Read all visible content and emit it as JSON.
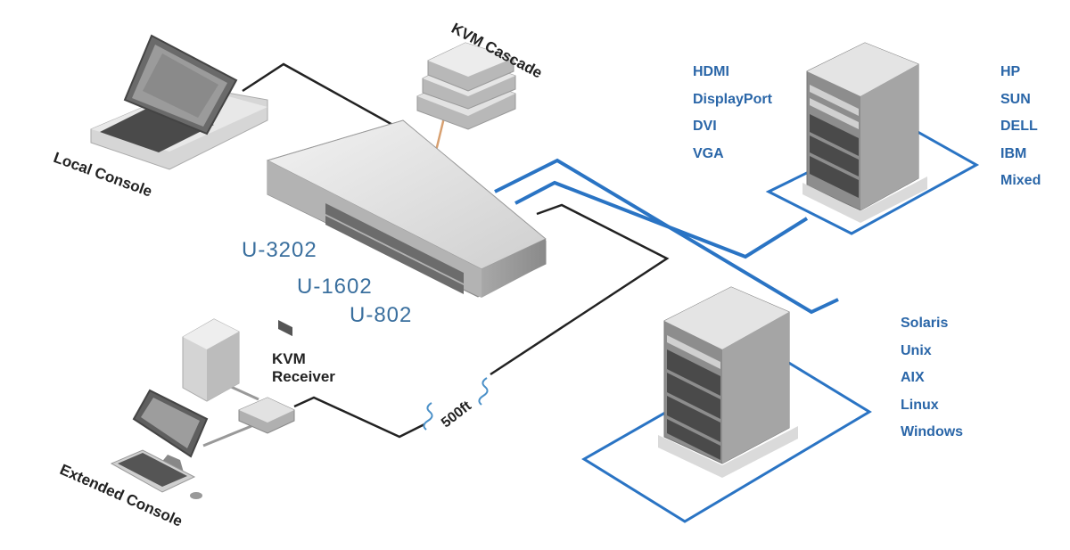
{
  "labels": {
    "kvm_cascade": "KVM Cascade",
    "local_console": "Local Console",
    "kvm_receiver_line1": "KVM",
    "kvm_receiver_line2": "Receiver",
    "extended_console": "Extended Console",
    "distance": "500ft"
  },
  "models": [
    "U-3202",
    "U-1602",
    "U-802"
  ],
  "video_interfaces": [
    "HDMI",
    "DisplayPort",
    "DVI",
    "VGA"
  ],
  "server_vendors": [
    "HP",
    "SUN",
    "DELL",
    "IBM",
    "Mixed"
  ],
  "operating_systems": [
    "Solaris",
    "Unix",
    "AIX",
    "Linux",
    "Windows"
  ],
  "colors": {
    "cable_blue": "#2a74c4",
    "cable_black": "#222222",
    "cable_orange": "#d8a070",
    "model_text": "#3a6f9e",
    "list_text": "#2a66a8",
    "device_light": "#e6e6e6",
    "device_mid": "#bdbdbd",
    "device_dark": "#5a5a5a"
  },
  "icons": [
    "laptop-console-icon",
    "kvm-switch-icon",
    "kvm-cascade-icon",
    "server-rack-icon",
    "desktop-computer-icon",
    "kvm-receiver-icon"
  ]
}
